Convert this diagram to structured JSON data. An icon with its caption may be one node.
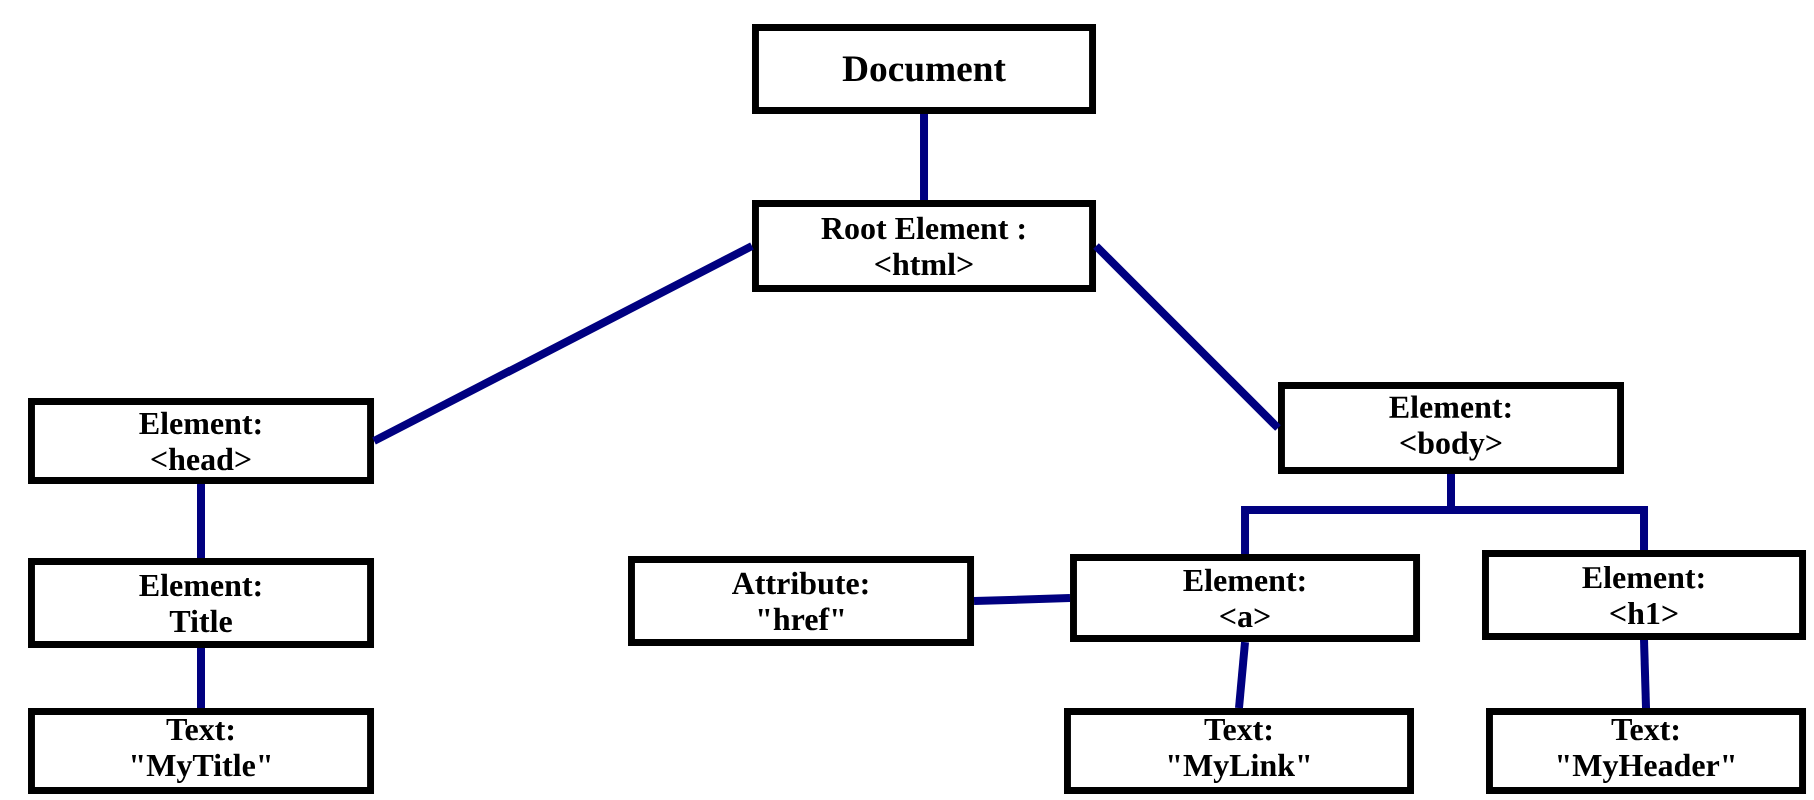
{
  "diagram": {
    "nodes": [
      {
        "text": [
          "Document"
        ]
      },
      {
        "text": [
          "Root Element :",
          "<html>"
        ]
      },
      {
        "text": [
          "Element:",
          "<head>"
        ]
      },
      {
        "text": [
          "Element:",
          "<body>"
        ]
      },
      {
        "text": [
          "Element:",
          "Title"
        ]
      },
      {
        "text": [
          "Attribute:",
          "\"href\""
        ]
      },
      {
        "text": [
          "Element:",
          "<a>"
        ]
      },
      {
        "text": [
          "Element:",
          "<h1>"
        ]
      },
      {
        "text": [
          "Text:",
          "\"MyTitle\""
        ]
      },
      {
        "text": [
          "Text:",
          "\"MyLink\""
        ]
      },
      {
        "text": [
          "Text:",
          "\"MyHeader\""
        ]
      }
    ],
    "edges": [
      {
        "from": 0,
        "to": 1,
        "arrow": "none"
      },
      {
        "from": 1,
        "to": 2,
        "arrow": "none"
      },
      {
        "from": 1,
        "to": 3,
        "arrow": "none"
      },
      {
        "from": 2,
        "to": 4,
        "arrow": "none"
      },
      {
        "from": 4,
        "to": 8,
        "arrow": "none"
      },
      {
        "from": 3,
        "to": 6,
        "arrow": "none"
      },
      {
        "from": 3,
        "to": 7,
        "arrow": "none"
      },
      {
        "from": 5,
        "to": 6,
        "arrow": "none"
      },
      {
        "from": 6,
        "to": 9,
        "arrow": "none"
      },
      {
        "from": 7,
        "to": 10,
        "arrow": "none"
      }
    ]
  }
}
